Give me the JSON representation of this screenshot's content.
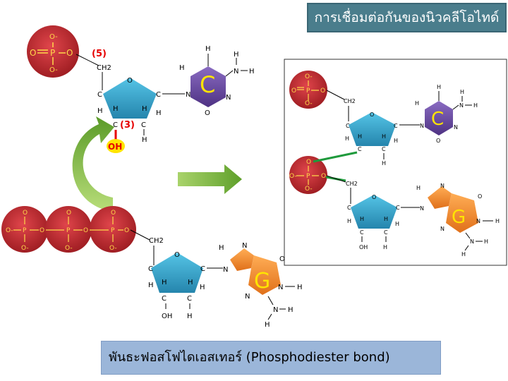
{
  "title": "การเชื่อมต่อกันของนิวคลีโอไทด์",
  "caption": "พันธะฟอสโฟไดเอสเทอร์ (Phosphodiester bond)",
  "labels": {
    "five": "(5)",
    "three": "(3)",
    "oh": "OH",
    "o": "O",
    "p": "P",
    "o_minus": "O-",
    "c": "C",
    "h": "H",
    "n": "N",
    "ch2": "CH2",
    "base_c": "C",
    "base_g": "G"
  },
  "colors": {
    "phosphate": "#c0272d",
    "phosphate_text": "#ffd84a",
    "sugar": "#2f9fc7",
    "cytosine": "#6a4aa0",
    "guanine": "#f08a24",
    "arrow_green": "#78b83c",
    "bond_highlight": "#ffe400",
    "bond_red": "#e60000",
    "title_bg": "#4a7d8c",
    "caption_bg": "#9bb6d9"
  }
}
